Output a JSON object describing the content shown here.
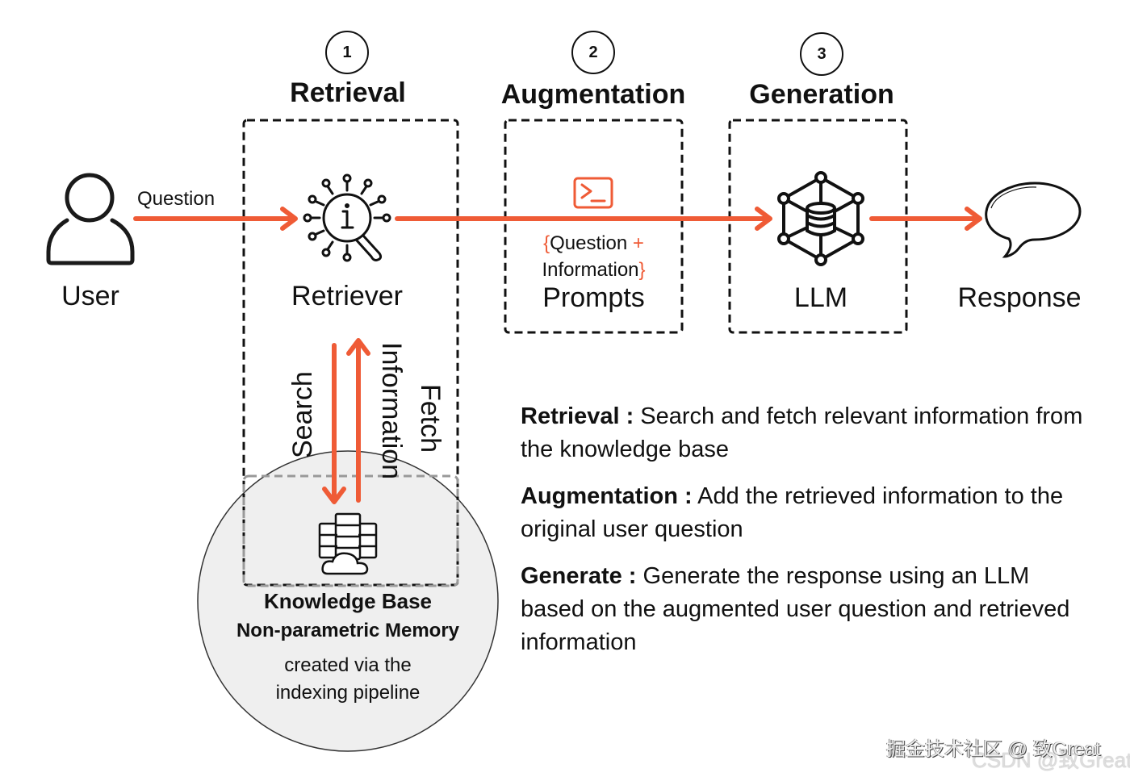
{
  "colors": {
    "accent": "#ef5b36",
    "ink": "#111111",
    "kb_fill": "#efefef"
  },
  "stages": [
    {
      "number": "1",
      "title": "Retrieval",
      "component": "Retriever",
      "icon": "retriever-info-search-icon"
    },
    {
      "number": "2",
      "title": "Augmentation",
      "component": "Prompts",
      "icon": "terminal-prompt-icon",
      "template_open": "{",
      "template_line1": "Question",
      "template_plus": "+",
      "template_line2": "Information",
      "template_close": "}"
    },
    {
      "number": "3",
      "title": "Generation",
      "component": "LLM",
      "icon": "llm-network-database-icon"
    }
  ],
  "actors": {
    "user": {
      "label": "User",
      "icon": "user-icon"
    },
    "response": {
      "label": "Response",
      "icon": "speech-bubble-icon"
    }
  },
  "edges": {
    "question": "Question",
    "search": "Search",
    "information": "Information",
    "fetch": "Fetch"
  },
  "knowledge_base": {
    "title": "Knowledge Base",
    "subtitle": "Non-parametric Memory",
    "note_line1": "created via the",
    "note_line2": "indexing pipeline",
    "icon": "server-cloud-icon"
  },
  "descriptions": [
    {
      "term": "Retrieval :",
      "text": " Search and fetch relevant information from the knowledge base"
    },
    {
      "term": "Augmentation :",
      "text": " Add the retrieved information to the original user question"
    },
    {
      "term": "Generate :",
      "text": " Generate the response using an LLM based on the augmented user question and retrieved information"
    }
  ],
  "watermark": {
    "primary": "掘金技术社区 @ 致Great",
    "secondary": "CSDN @致Great"
  }
}
